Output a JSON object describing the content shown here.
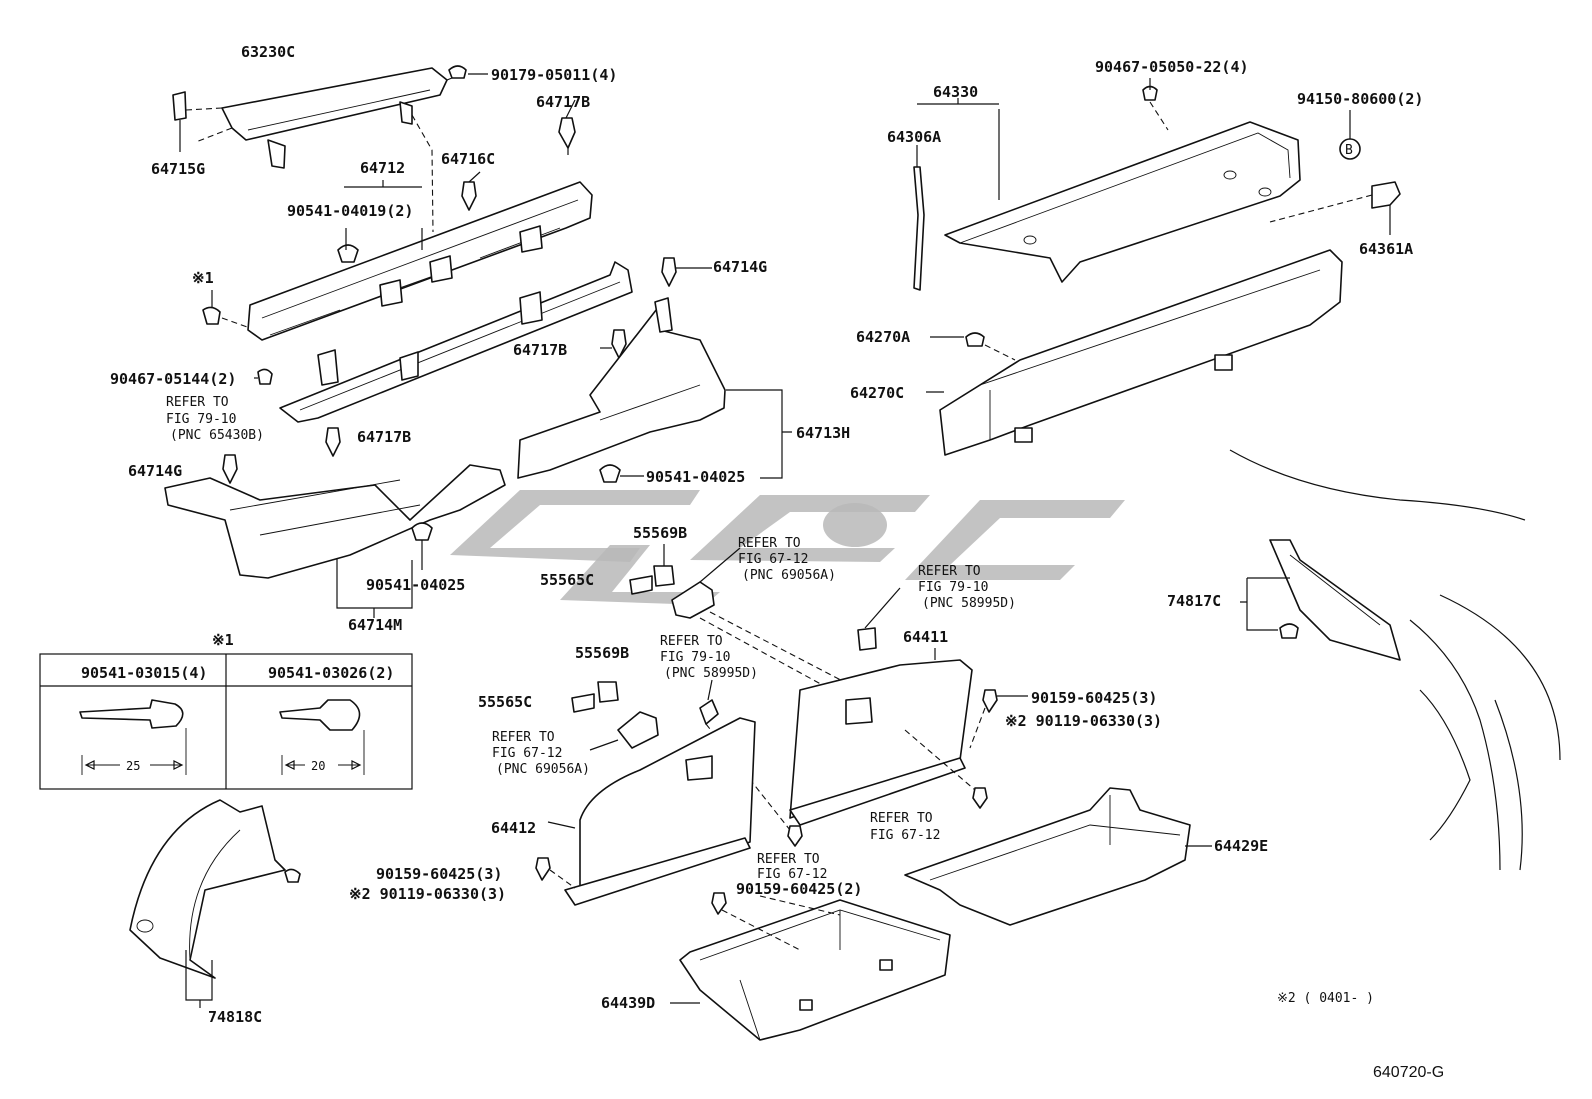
{
  "labels": {
    "p63230c": "63230C",
    "p90179": "90179-05011(4)",
    "p64717b_top": "64717B",
    "p64715g": "64715G",
    "p64712": "64712",
    "p64716c": "64716C",
    "p90541_04019": "90541-04019(2)",
    "p_note1": "※1",
    "p64714g_top": "64714G",
    "p64717b_mid": "64717B",
    "p90467_05144": "90467-05144(2)",
    "p64717b_low": "64717B",
    "p64713h": "64713H",
    "p64714g_left": "64714G",
    "p90541_04025_a": "90541-04025",
    "p90541_04025_b": "90541-04025",
    "p64714m": "64714M",
    "p64330": "64330",
    "p64306a": "64306A",
    "p90467_05050": "90467-05050-22(4)",
    "p94150": "94150-80600(2)",
    "p_b_circle": "B",
    "p64361a": "64361A",
    "p64270a": "64270A",
    "p64270c": "64270C",
    "p55569b_a": "55569B",
    "p55565c_a": "55565C",
    "p55569b_b": "55569B",
    "p55565c_b": "55565C",
    "p74817c": "74817C",
    "p64411": "64411",
    "p90159_60425_r": "90159-60425(3)",
    "p90119_06330_r": "※2 90119-06330(3)",
    "p64412": "64412",
    "p90159_60425_l": "90159-60425(3)",
    "p90119_06330_l": "※2 90119-06330(3)",
    "p90159_60425_2": "90159-60425(2)",
    "p64439d": "64439D",
    "p64429e": "64429E",
    "p74818c": "74818C"
  },
  "refs": {
    "r79_10_a": [
      "REFER TO",
      "FIG 79-10",
      "(PNC 65430B)"
    ],
    "r67_12_a": [
      "REFER TO",
      "FIG 67-12",
      "(PNC 69056A)"
    ],
    "r79_10_b": [
      "REFER TO",
      "FIG 79-10",
      "(PNC 58995D)"
    ],
    "r79_10_c": [
      "REFER TO",
      "FIG 79-10",
      "(PNC 58995D)"
    ],
    "r67_12_b": [
      "REFER TO",
      "FIG 67-12",
      "(PNC 69056A)"
    ],
    "r67_12_c": [
      "REFER TO",
      "FIG 67-12"
    ],
    "r67_12_d": [
      "REFER TO",
      "FIG 67-12"
    ]
  },
  "inset": {
    "title": "※1",
    "left_part": "90541-03015(4)",
    "right_part": "90541-03026(2)",
    "left_size": "25",
    "right_size": "20"
  },
  "footnote": "※2 ( 0401-      )",
  "diagram_code": "640720-G"
}
